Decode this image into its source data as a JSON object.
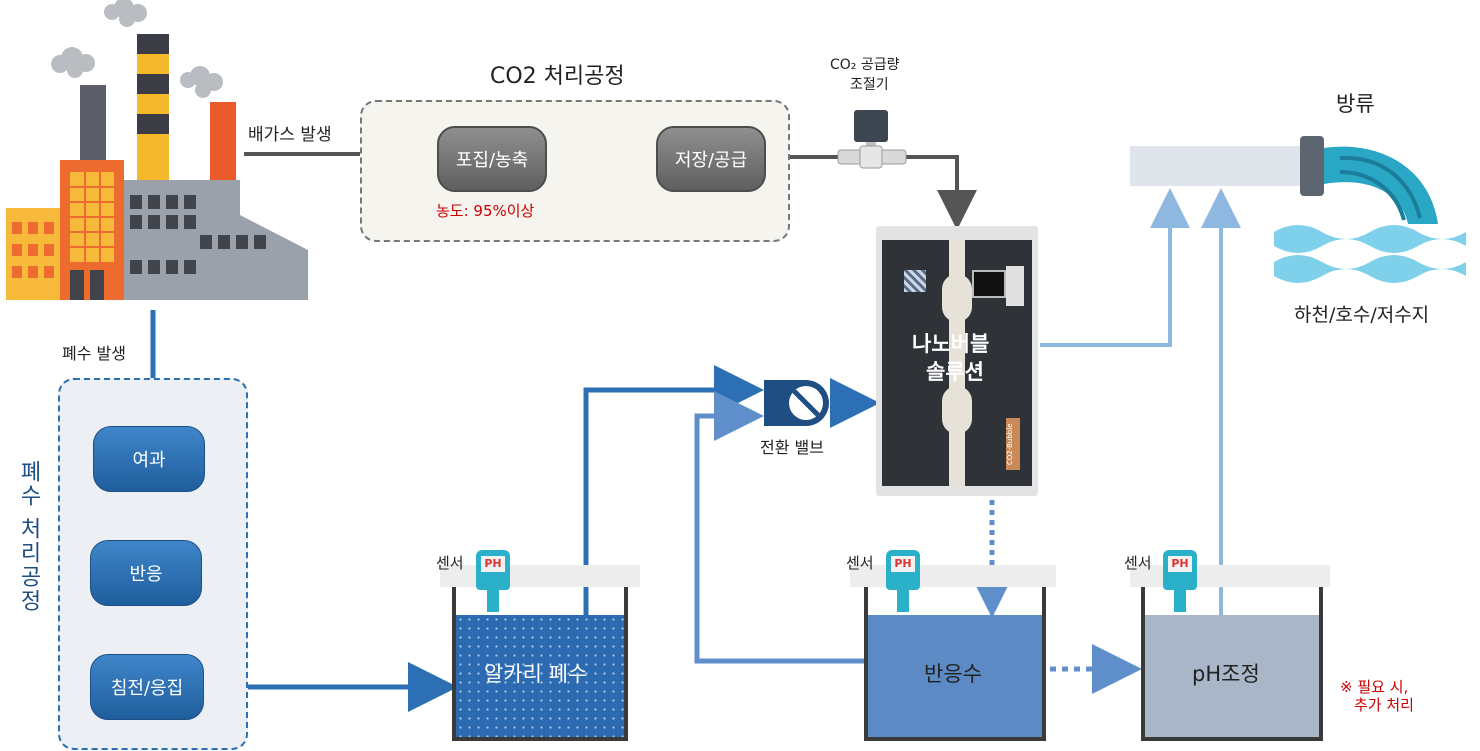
{
  "co2_process": {
    "title": "CO2 처리공정",
    "capture_label": "포집/농축",
    "storage_label": "저장/공급",
    "concentration_note": "농도: 95%이상"
  },
  "co2_regulator": {
    "line1": "CO₂ 공급량",
    "line2": "조절기"
  },
  "exhaust_label": "배가스 발생",
  "wastewater_label": "폐수 발생",
  "wastewater_process": {
    "title": "폐수 처리공정",
    "steps": [
      "여과",
      "반응",
      "침전/응집"
    ]
  },
  "nanobubble": {
    "line1": "나노버블",
    "line2": "솔루션",
    "panel_text": "CO2-Bubble"
  },
  "valve_label": "전환 밸브",
  "tanks": {
    "alkali": "알카리 폐수",
    "reaction": "반응수",
    "ph": "pH조정"
  },
  "sensor_label": "센서",
  "ph_text": "PH",
  "discharge": {
    "title": "방류",
    "destination": "하천/호수/저수지"
  },
  "note": {
    "line1": "※ 필요 시,",
    "line2": "추가 처리"
  },
  "colors": {
    "flow_blue": "#2d6fb4",
    "light_blue": "#8fb8e0",
    "gray_arrow": "#555555",
    "note_red": "#cc0000",
    "tank_blue": "#5b8ac4",
    "tank_gray": "#a9b6c8"
  }
}
